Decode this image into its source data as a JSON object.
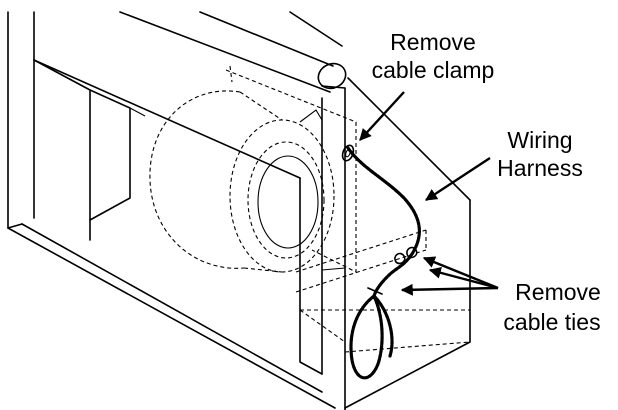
{
  "labels": {
    "clamp_line1": "Remove",
    "clamp_line2": "cable clamp",
    "harness_line1": "Wiring",
    "harness_line2": "Harness",
    "ties_line1": "Remove",
    "ties_line2": "cable ties"
  },
  "colors": {
    "ink": "#000000",
    "background": "#ffffff"
  }
}
